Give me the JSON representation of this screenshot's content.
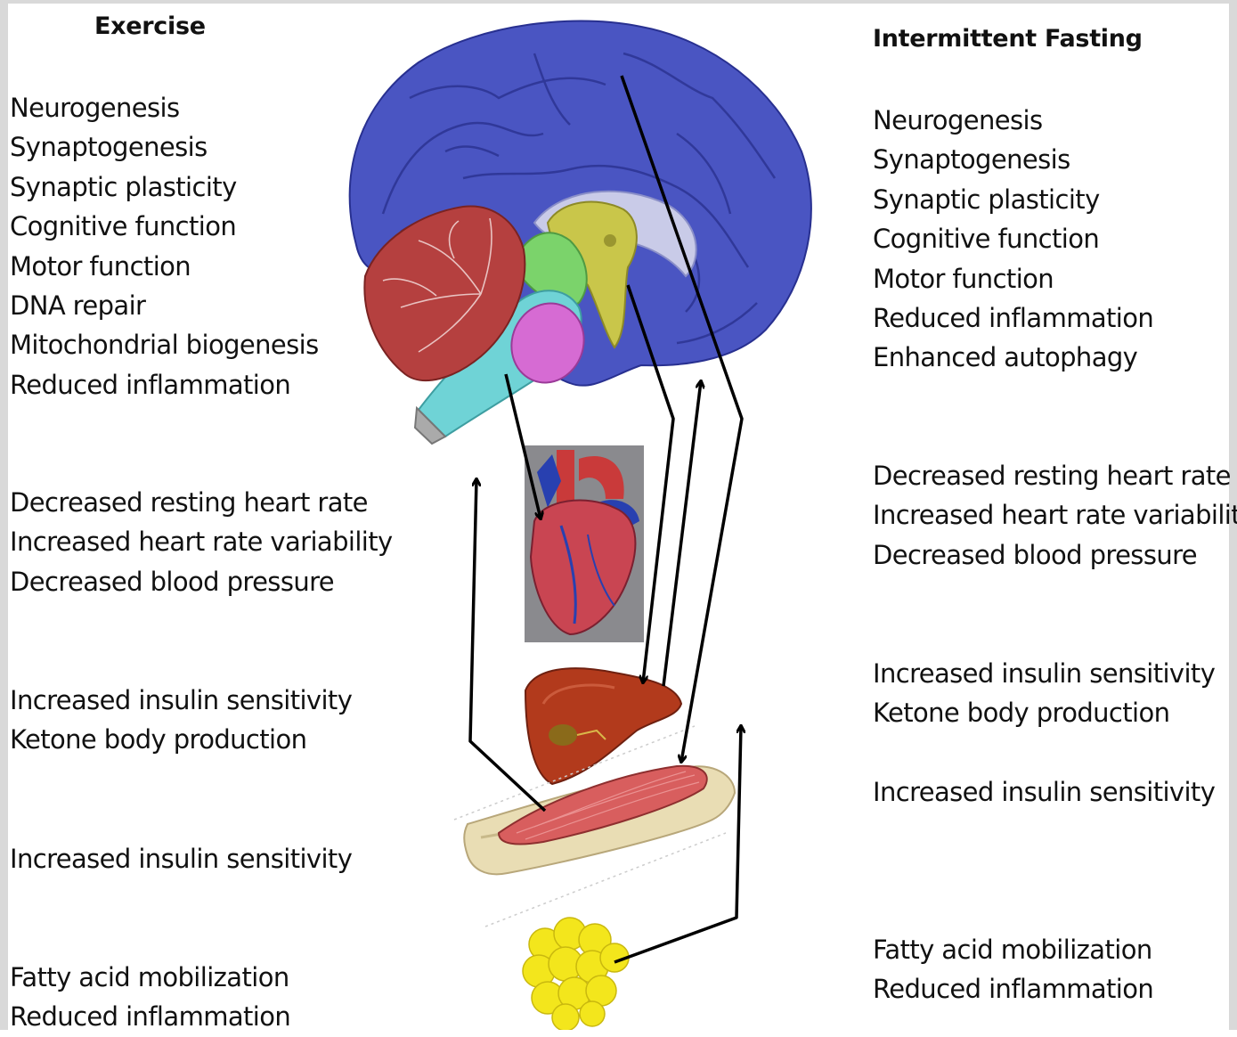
{
  "left": {
    "title": "Exercise",
    "brain": [
      "Neurogenesis",
      "Synaptogenesis",
      "Synaptic plasticity",
      "Cognitive function",
      "Motor function",
      "DNA repair",
      "Mitochondrial biogenesis",
      "Reduced inflammation"
    ],
    "heart": [
      "Decreased resting heart rate",
      "Increased heart rate variability",
      "Decreased blood pressure"
    ],
    "liver": [
      "Increased insulin sensitivity",
      "Ketone body production"
    ],
    "muscle": [
      "Increased insulin sensitivity"
    ],
    "fat": [
      "Fatty acid mobilization",
      "Reduced inflammation"
    ]
  },
  "right": {
    "title": "Intermittent Fasting",
    "brain": [
      "Neurogenesis",
      "Synaptogenesis",
      "Synaptic plasticity",
      "Cognitive function",
      "Motor function",
      "Reduced inflammation",
      "Enhanced autophagy"
    ],
    "heart": [
      "Decreased resting heart rate",
      "Increased heart rate variability",
      "Decreased blood pressure"
    ],
    "liver": [
      "Increased insulin sensitivity",
      "Ketone body production"
    ],
    "muscle": [
      "Increased insulin sensitivity"
    ],
    "fat": [
      "Fatty acid mobilization",
      "Reduced inflammation"
    ]
  },
  "colors": {
    "cerebrum": "#4a55c2",
    "cerebellum": "#b5403f",
    "brainstem": "#6fd3d6",
    "thalamus": "#c9c64a",
    "hypothalamus_green": "#7bd36b",
    "pons_pink": "#d66bd3",
    "heart": "#c94552",
    "liver": "#b23a1c",
    "muscle": "#d85e5e",
    "bone": "#e9ddb4",
    "fat": "#f3e61c",
    "arrow": "#000000"
  }
}
